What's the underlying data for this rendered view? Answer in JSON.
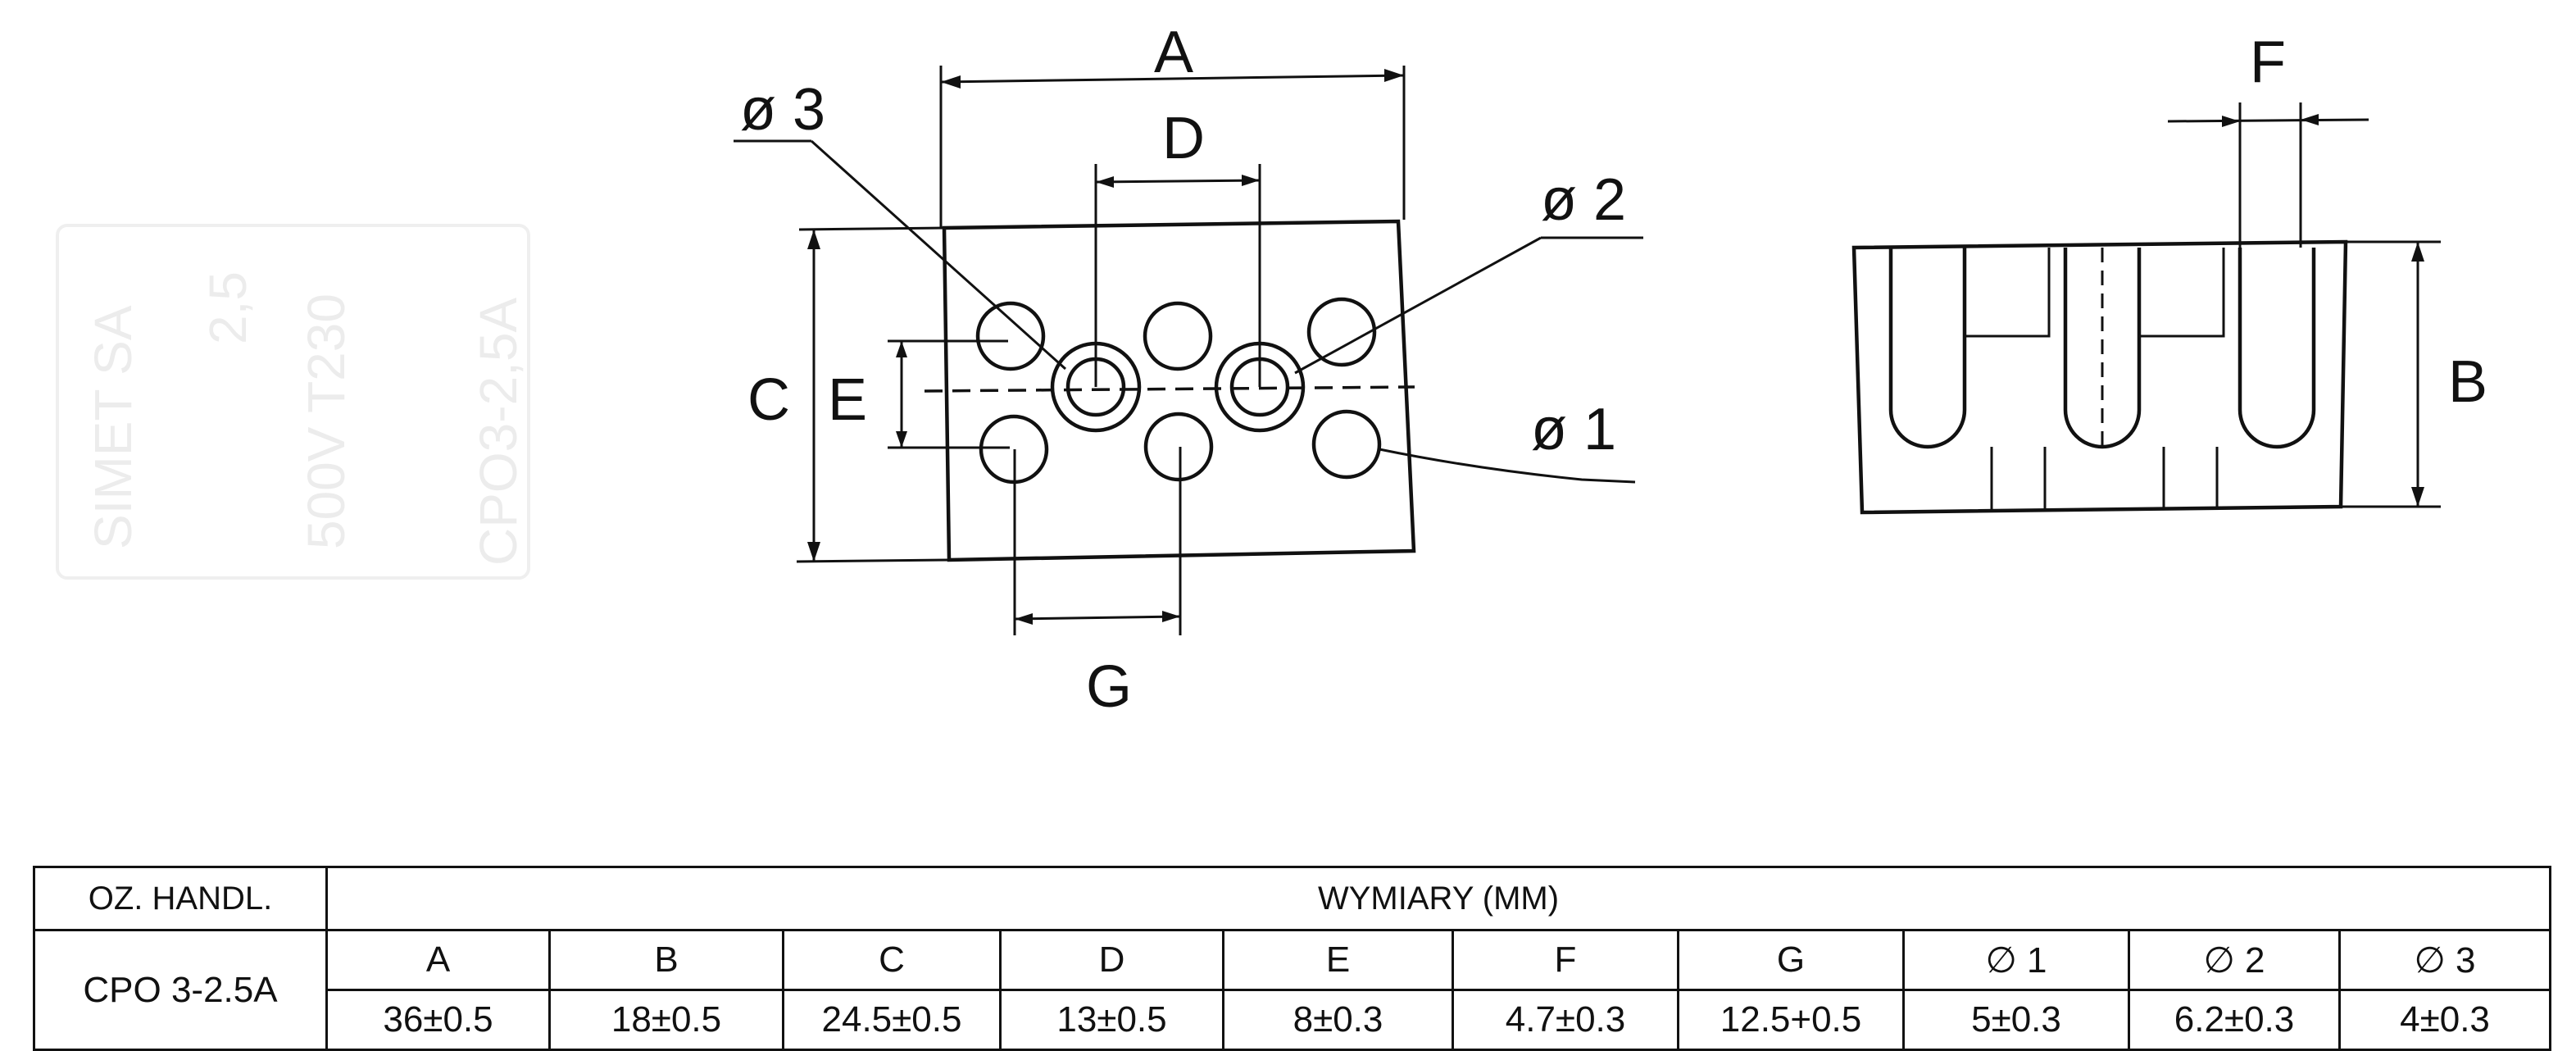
{
  "drawing": {
    "labels": {
      "A": "A",
      "B": "B",
      "C": "C",
      "D": "D",
      "E": "E",
      "F": "F",
      "G": "G",
      "d1": "ø 1",
      "d2": "ø 2",
      "d3": "ø 3"
    },
    "ghost_marking": {
      "line1": "SIMET SA",
      "line2": "2,5",
      "line3": "500V T230",
      "line4": "CPO3-2,5A"
    }
  },
  "table": {
    "header_code": "OZ. HANDL.",
    "header_dims": "WYMIARY (MM)",
    "code": "CPO 3-2.5A",
    "columns": [
      "A",
      "B",
      "C",
      "D",
      "E",
      "F",
      "G",
      "∅ 1",
      "∅ 2",
      "∅ 3"
    ],
    "values": [
      "36±0.5",
      "18±0.5",
      "24.5±0.5",
      "13±0.5",
      "8±0.3",
      "4.7±0.3",
      "12.5+0.5",
      "5±0.3",
      "6.2±0.3",
      "4±0.3"
    ]
  }
}
